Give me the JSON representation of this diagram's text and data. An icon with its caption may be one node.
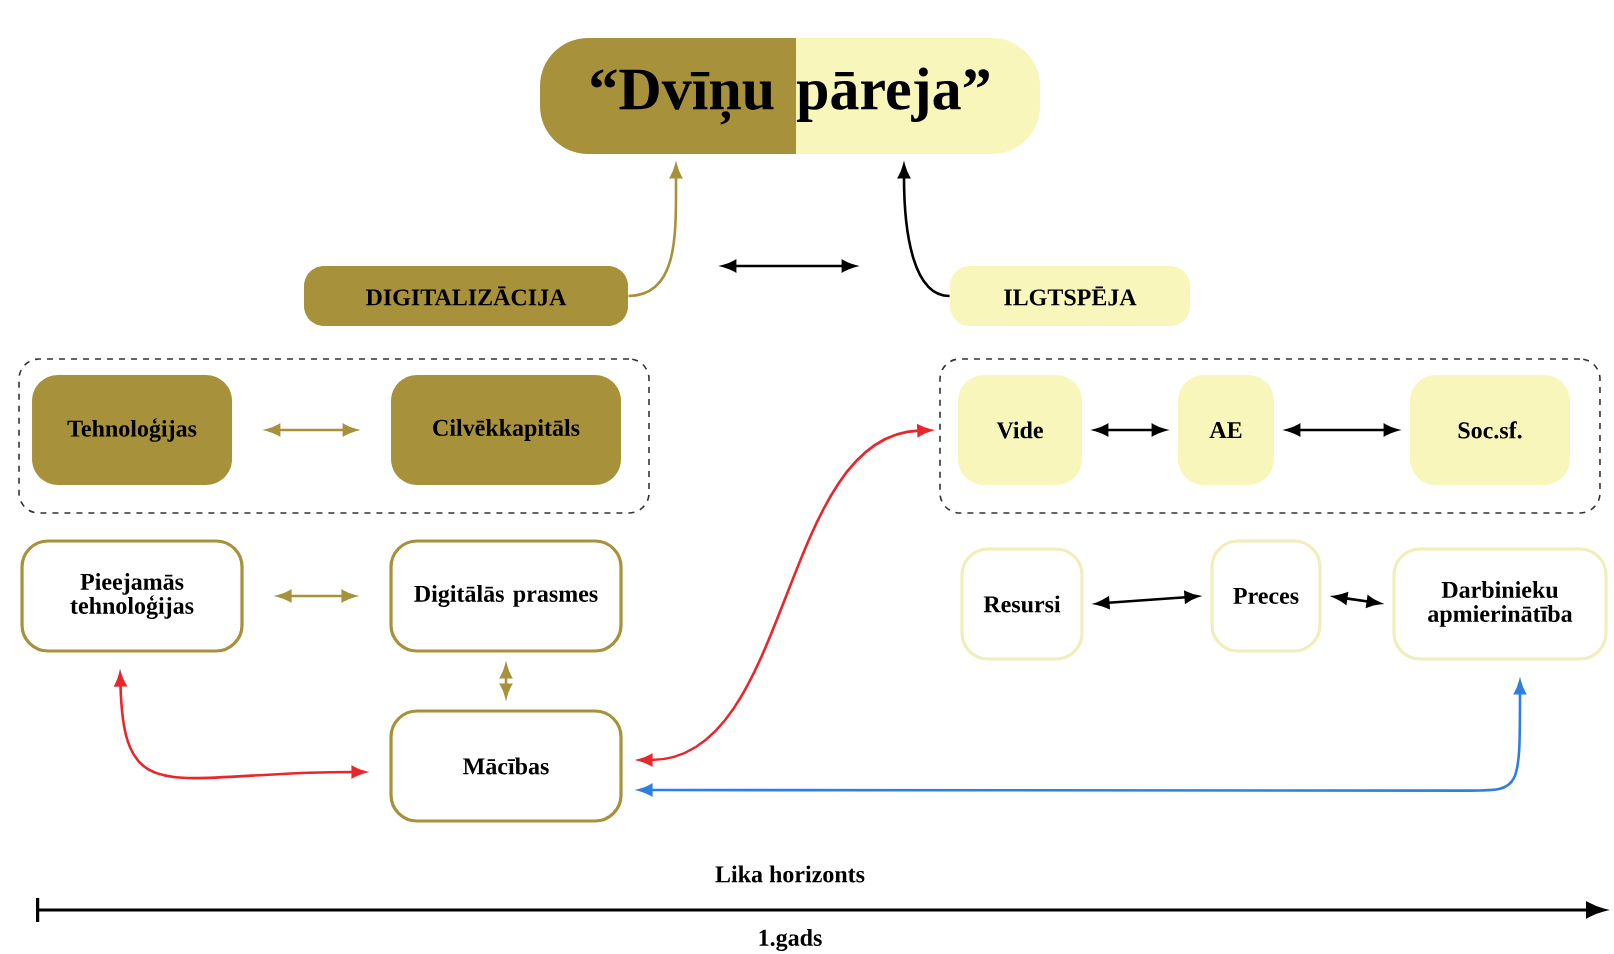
{
  "diagram": {
    "nodes": [
      {
        "text": [
          "“Dvīņu pāreja”"
        ]
      },
      {
        "text": [
          "DIGITALIZĀCIJA"
        ]
      },
      {
        "text": [
          "ILGTSPĒJA"
        ]
      },
      {
        "text": [],
        "shape": "box"
      },
      {
        "text": [
          "Tehnoloģijas"
        ],
        "in": 3
      },
      {
        "text": [
          "Cilvēkkapitāls"
        ],
        "in": 3
      },
      {
        "text": [],
        "shape": "box"
      },
      {
        "text": [
          "Vide"
        ],
        "in": 6
      },
      {
        "text": [
          "AE"
        ],
        "in": 6
      },
      {
        "text": [
          "Soc.sf."
        ],
        "in": 6
      },
      {
        "text": [
          "Pieejamās tehnoloģijas"
        ]
      },
      {
        "text": [
          "Digitālās prasmes"
        ]
      },
      {
        "text": [
          "Mācības"
        ]
      },
      {
        "text": [
          "Resursi"
        ]
      },
      {
        "text": [
          "Preces"
        ]
      },
      {
        "text": [
          "Darbinieku apmierinātība"
        ]
      }
    ],
    "edges": [
      {
        "from": 1,
        "to": 0,
        "arrow": "to",
        "color": "#a8913b"
      },
      {
        "from": 2,
        "to": 0,
        "arrow": "to"
      },
      {
        "from": 1,
        "to": 2,
        "arrow": "both"
      },
      {
        "from": 4,
        "to": 5,
        "arrow": "both",
        "color": "#a8913b"
      },
      {
        "from": 7,
        "to": 8,
        "arrow": "both"
      },
      {
        "from": 8,
        "to": 9,
        "arrow": "both"
      },
      {
        "from": 10,
        "to": 11,
        "arrow": "both",
        "color": "#a8913b"
      },
      {
        "from": 11,
        "to": 12,
        "arrow": "both",
        "color": "#a8913b"
      },
      {
        "from": 10,
        "to": 12,
        "arrow": "both",
        "color": "#e8262c"
      },
      {
        "from": 12,
        "to": 6,
        "arrow": "both",
        "color": "#e8262c"
      },
      {
        "from": 12,
        "to": 15,
        "arrow": "both",
        "color": "#2f7fe0"
      },
      {
        "from": 13,
        "to": 14,
        "arrow": "both"
      },
      {
        "from": 14,
        "to": 15,
        "arrow": "both"
      }
    ],
    "labels": [
      "Lika horizonts",
      "1.gads"
    ]
  }
}
